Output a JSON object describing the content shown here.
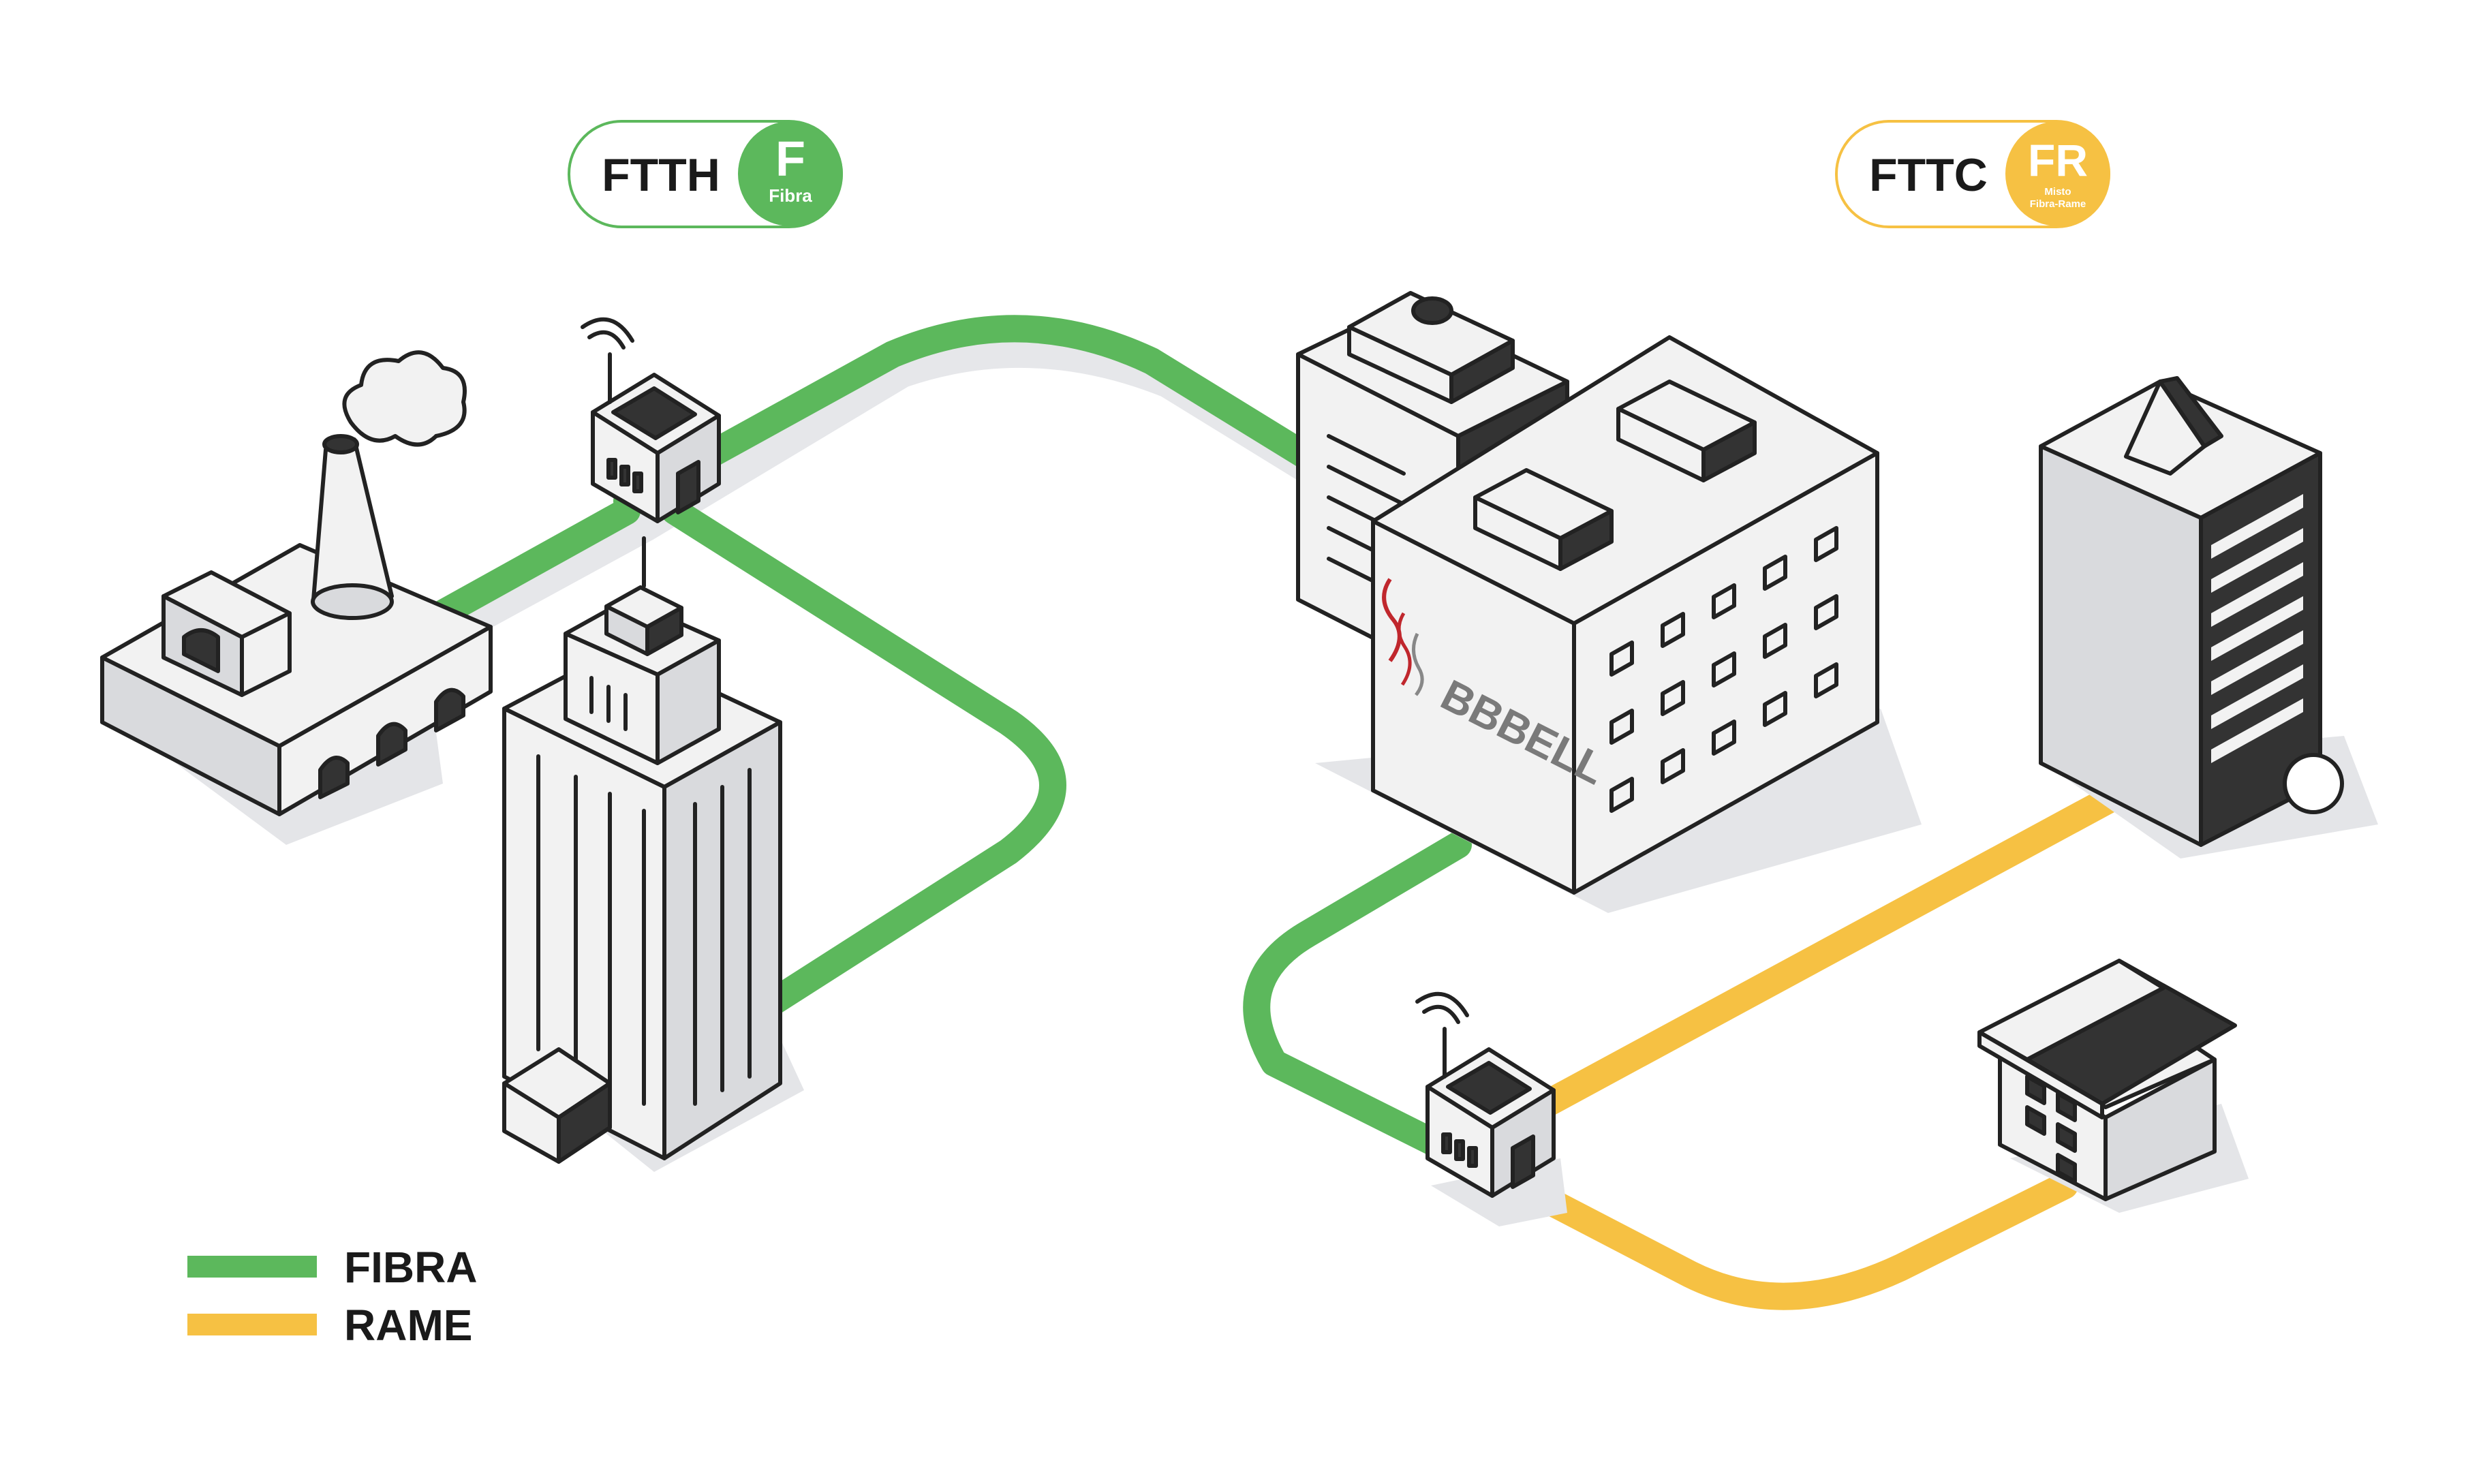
{
  "badges": {
    "ftth": {
      "label": "FTTH",
      "letter": "F",
      "sub": "Fibra",
      "color": "#5cb85c"
    },
    "fttc": {
      "label": "FTTC",
      "letter": "FR",
      "sub_line1": "Misto",
      "sub_line2": "Fibra-Rame",
      "color": "#f6c143"
    }
  },
  "legend": {
    "items": [
      {
        "label": "FIBRA",
        "color": "#5cb85c"
      },
      {
        "label": "RAME",
        "color": "#f6c143"
      }
    ]
  },
  "logo": {
    "text": "BBBELL"
  },
  "colors": {
    "fiber": "#5cb85c",
    "copper": "#f6c143",
    "ink": "#222222",
    "light_face": "#f2f2f2",
    "mid_face": "#d9dadd",
    "dark_face": "#333333",
    "shadow": "#e4e5e8"
  }
}
